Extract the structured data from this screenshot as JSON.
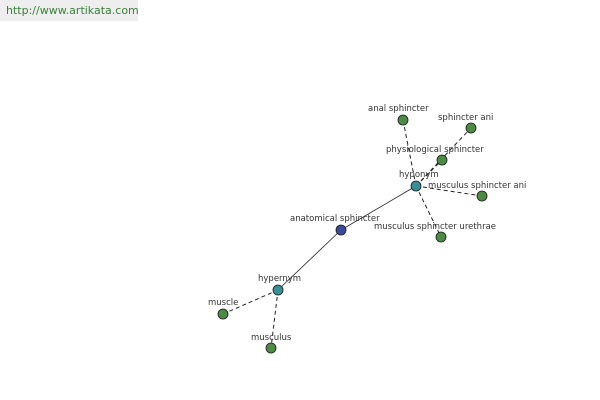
{
  "watermark": {
    "url": "http://www.artikata.com"
  },
  "graph": {
    "colors": {
      "center": "#3b4b9a",
      "relation": "#3a8f96",
      "leaf": "#4c8a45"
    },
    "nodes": [
      {
        "id": "center",
        "label": "anatomical sphincter",
        "kind": "center"
      },
      {
        "id": "hyponym",
        "label": "hyponym",
        "kind": "relation"
      },
      {
        "id": "hypernym",
        "label": "hypernym",
        "kind": "relation"
      },
      {
        "id": "anal",
        "label": "anal sphincter",
        "kind": "leaf"
      },
      {
        "id": "ani",
        "label": "sphincter ani",
        "kind": "leaf"
      },
      {
        "id": "physio",
        "label": "physiological sphincter",
        "kind": "leaf"
      },
      {
        "id": "msani",
        "label": "musculus sphincter ani",
        "kind": "leaf"
      },
      {
        "id": "msureth",
        "label": "musculus sphincter urethrae",
        "kind": "leaf"
      },
      {
        "id": "muscle",
        "label": "muscle",
        "kind": "leaf"
      },
      {
        "id": "musculus",
        "label": "musculus",
        "kind": "leaf"
      }
    ],
    "edges": [
      {
        "from": "center",
        "to": "hyponym",
        "style": "solid"
      },
      {
        "from": "center",
        "to": "hypernym",
        "style": "solid"
      },
      {
        "from": "hyponym",
        "to": "anal",
        "style": "dashed"
      },
      {
        "from": "hyponym",
        "to": "ani",
        "style": "dashed"
      },
      {
        "from": "hyponym",
        "to": "physio",
        "style": "dashed"
      },
      {
        "from": "hyponym",
        "to": "msani",
        "style": "dashed"
      },
      {
        "from": "hyponym",
        "to": "msureth",
        "style": "dashed"
      },
      {
        "from": "hypernym",
        "to": "muscle",
        "style": "dashed"
      },
      {
        "from": "hypernym",
        "to": "musculus",
        "style": "dashed"
      }
    ]
  }
}
